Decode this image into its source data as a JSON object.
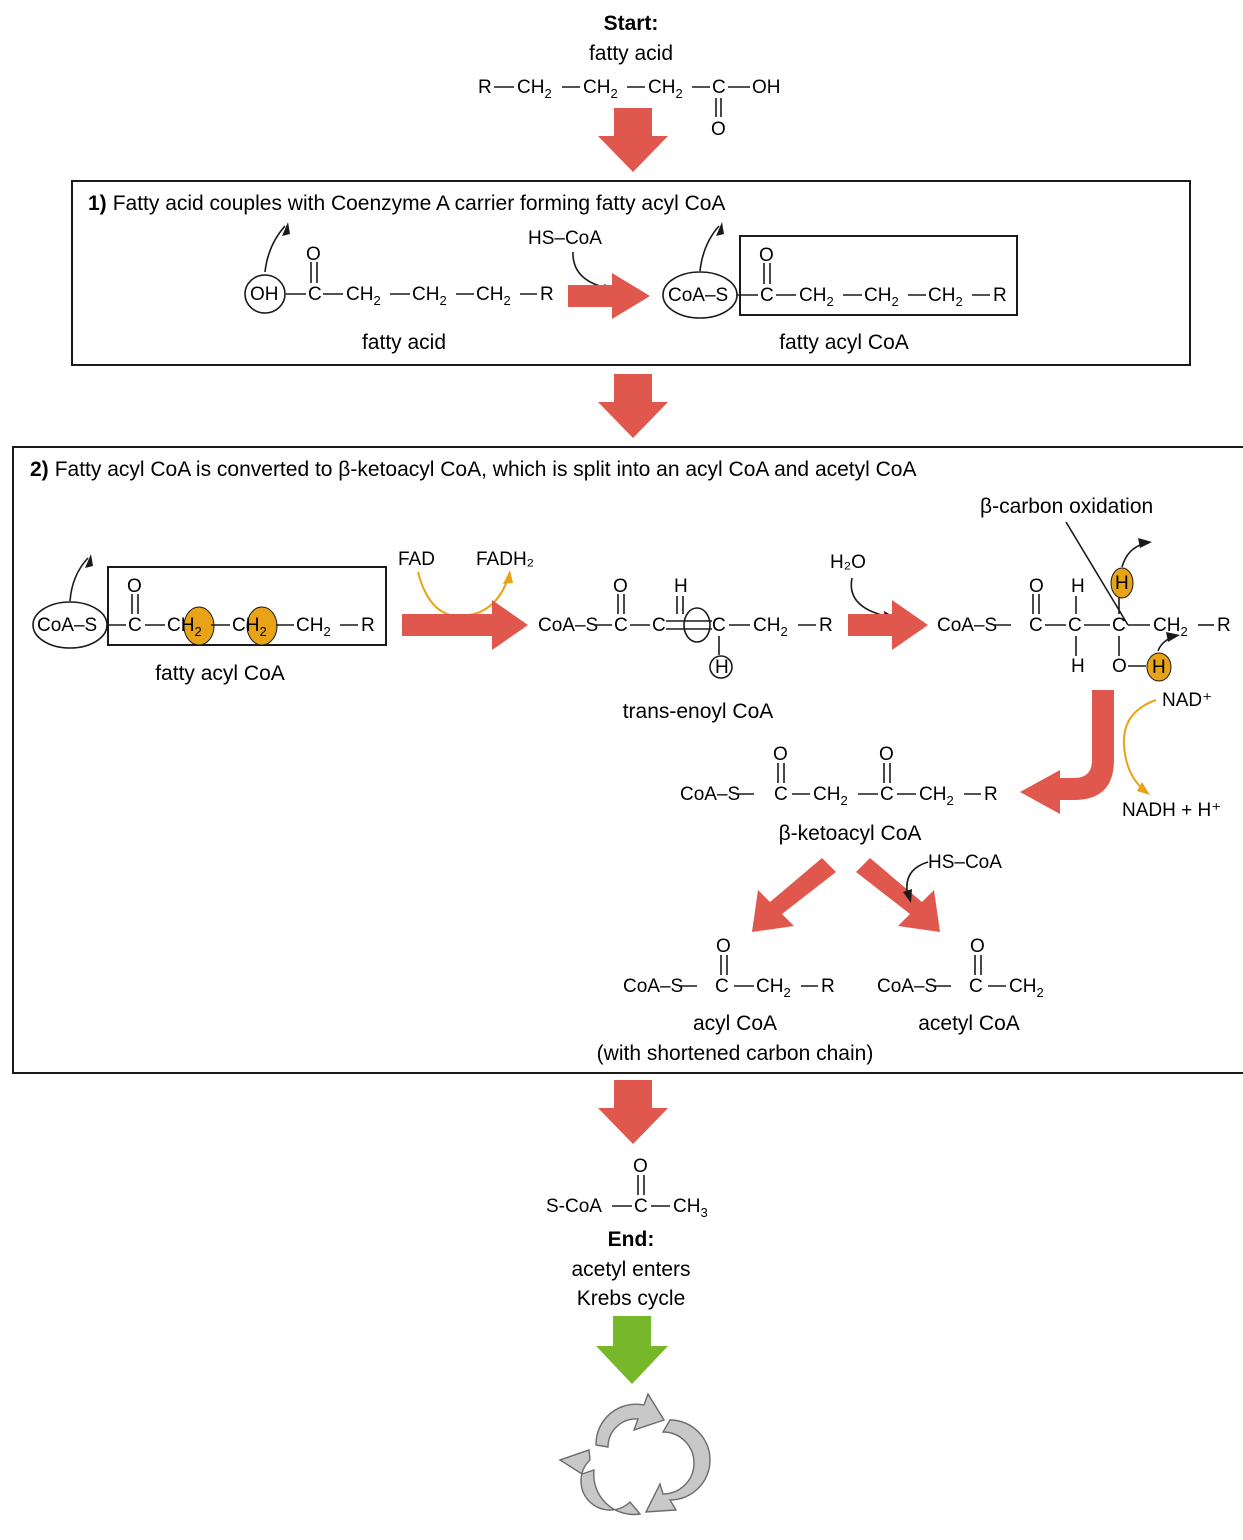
{
  "start": {
    "heading": "Start:",
    "label": "fatty acid"
  },
  "step1": {
    "number": "1)",
    "title": "Fatty acid couples with Coenzyme A carrier forming fatty acyl CoA",
    "reagent": "HS–CoA",
    "oh": "OH",
    "coa_s": "CoA–S",
    "left_label": "fatty acid",
    "right_label": "fatty acyl CoA"
  },
  "step2": {
    "number": "2)",
    "title": "Fatty acyl CoA is converted to β-ketoacyl CoA, which is split into an acyl CoA and acetyl CoA",
    "beta_oxidation": "β-carbon oxidation",
    "fad": "FAD",
    "fadh2": "FADH₂",
    "h2o": "H₂O",
    "nad": "NAD⁺",
    "nadh": "NADH + H⁺",
    "hs_coa": "HS–CoA",
    "fatty_acyl_label": "fatty acyl CoA",
    "trans_enoyl_label": "trans-enoyl CoA",
    "ketoacyl_label": "β-ketoacyl CoA",
    "acyl_label": "acyl CoA",
    "acyl_sub": "(with shortened carbon chain)",
    "acetyl_label": "acetyl CoA"
  },
  "end": {
    "formula_left": "S-CoA",
    "heading": "End:",
    "line1": "acetyl enters",
    "line2": "Krebs cycle"
  },
  "colors": {
    "arrow_red": "#e0584d",
    "arrow_green": "#76b82a",
    "highlight_orange": "#e8a317",
    "cycle_gray": "#c8c8c8"
  },
  "icons": [
    "cycle-icon"
  ]
}
